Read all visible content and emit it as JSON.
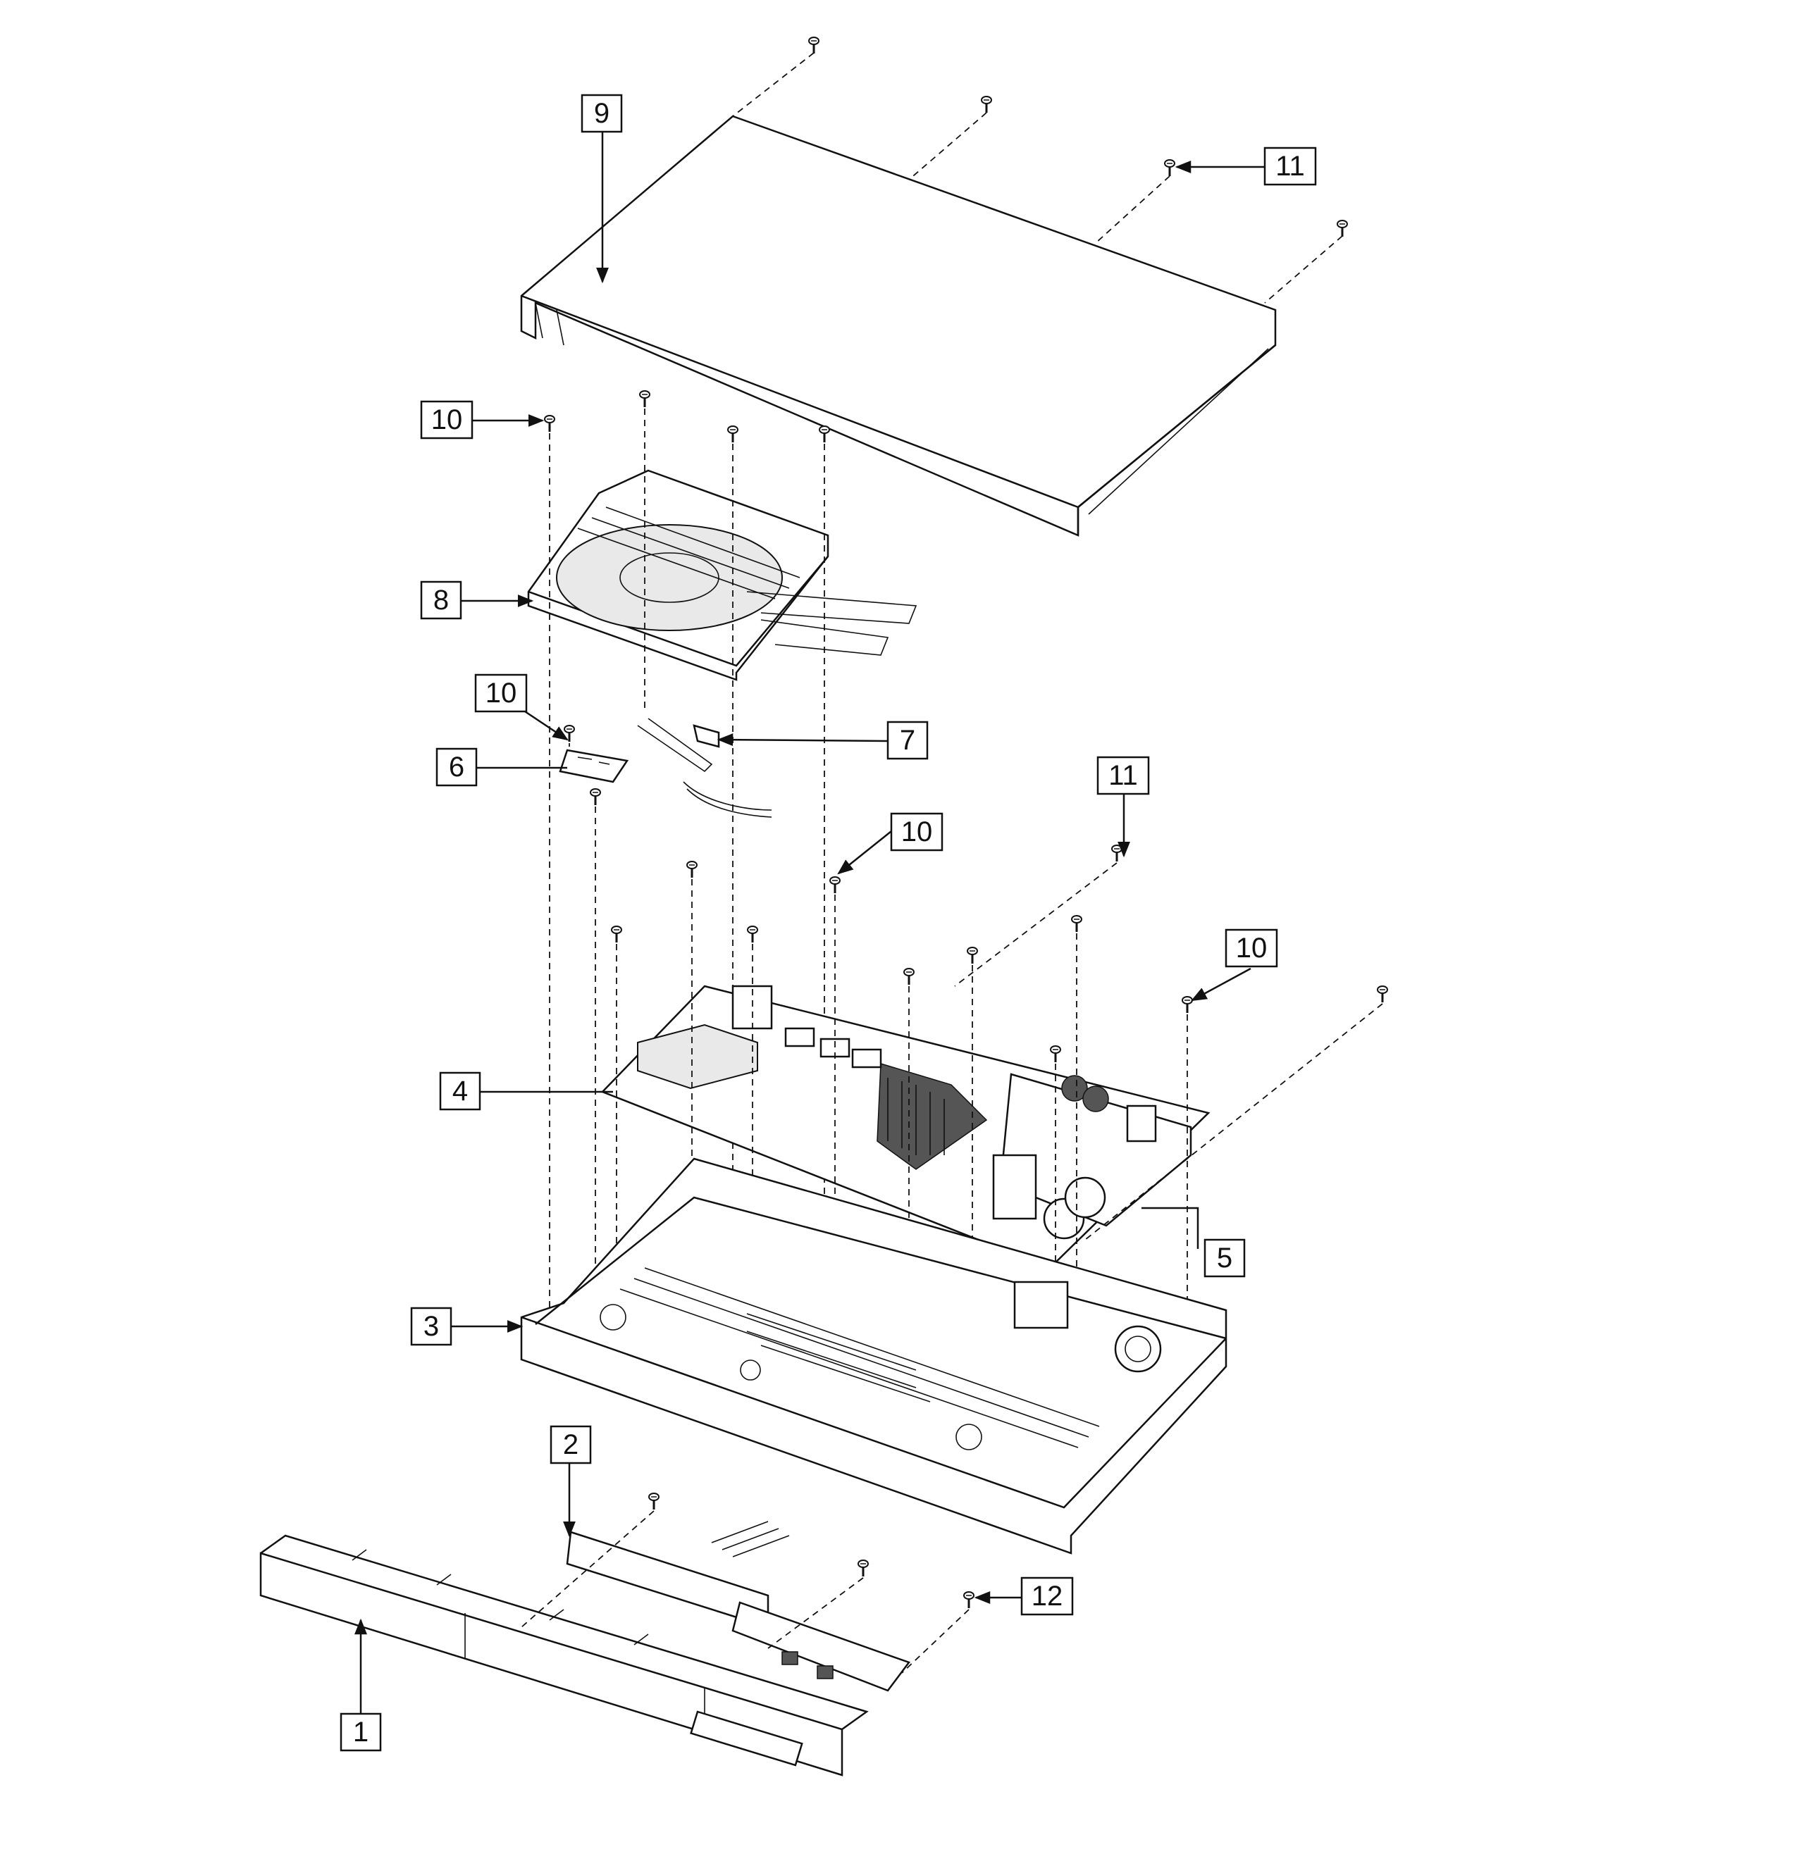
{
  "diagram": {
    "labels": {
      "p1": "1",
      "p2": "2",
      "p3": "3",
      "p4": "4",
      "p5": "5",
      "p6": "6",
      "p7": "7",
      "p8": "8",
      "p9": "9",
      "p10a": "10",
      "p10b": "10",
      "p10c": "10",
      "p10d": "10",
      "p11a": "11",
      "p11b": "11",
      "p12": "12"
    },
    "parts": {
      "p1": "front-panel",
      "p2": "front-pcb",
      "p3": "main-chassis",
      "p4": "main-board",
      "p5": "power-board",
      "p6": "small-pcb",
      "p7": "connector-bracket",
      "p8": "disc-loader",
      "p9": "top-cover",
      "p10": "screw",
      "p11": "screw",
      "p12": "screw"
    },
    "line_color": "#111111",
    "background": "#ffffff"
  }
}
